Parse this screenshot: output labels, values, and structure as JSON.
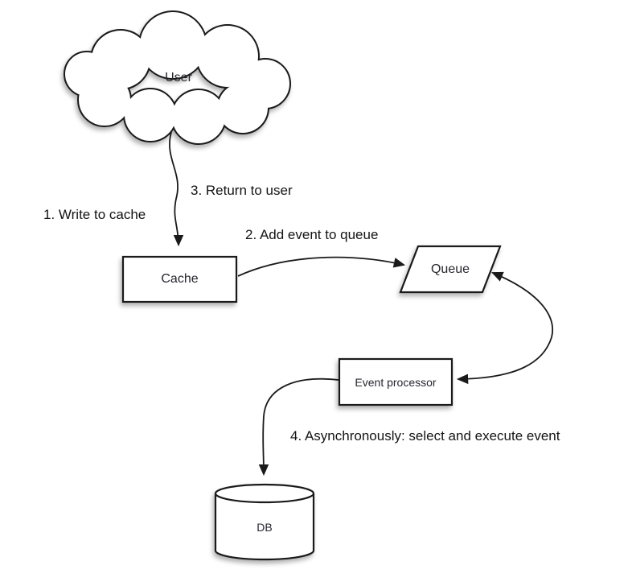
{
  "diagram": {
    "type": "flow-diagram",
    "colors": {
      "canvas_background": "#ffffff",
      "shape_fill": "#ffffff",
      "stroke": "#1a1a1a",
      "text": "#1c1c22"
    },
    "nodes": {
      "user": {
        "label": "User",
        "shape": "cloud"
      },
      "cache": {
        "label": "Cache",
        "shape": "rectangle"
      },
      "queue": {
        "label": "Queue",
        "shape": "parallelogram"
      },
      "event_processor": {
        "label": "Event processor",
        "shape": "rectangle"
      },
      "db": {
        "label": "DB",
        "shape": "cylinder"
      }
    },
    "edges": {
      "write_to_cache": {
        "label": "1. Write to cache",
        "from": "User",
        "to": "Cache"
      },
      "add_event_to_queue": {
        "label": "2. Add event to queue",
        "from": "Cache",
        "to": "Queue"
      },
      "return_to_user": {
        "label": "3. Return to user",
        "from": "Cache",
        "to": "User"
      },
      "queue_processor": {
        "label": "",
        "from": "Queue",
        "to": "Event processor",
        "bidirectional_arrowheads": true
      },
      "async_execute": {
        "label": "4. Asynchronously: select and execute event",
        "from": "Event processor",
        "to": "DB"
      }
    }
  }
}
